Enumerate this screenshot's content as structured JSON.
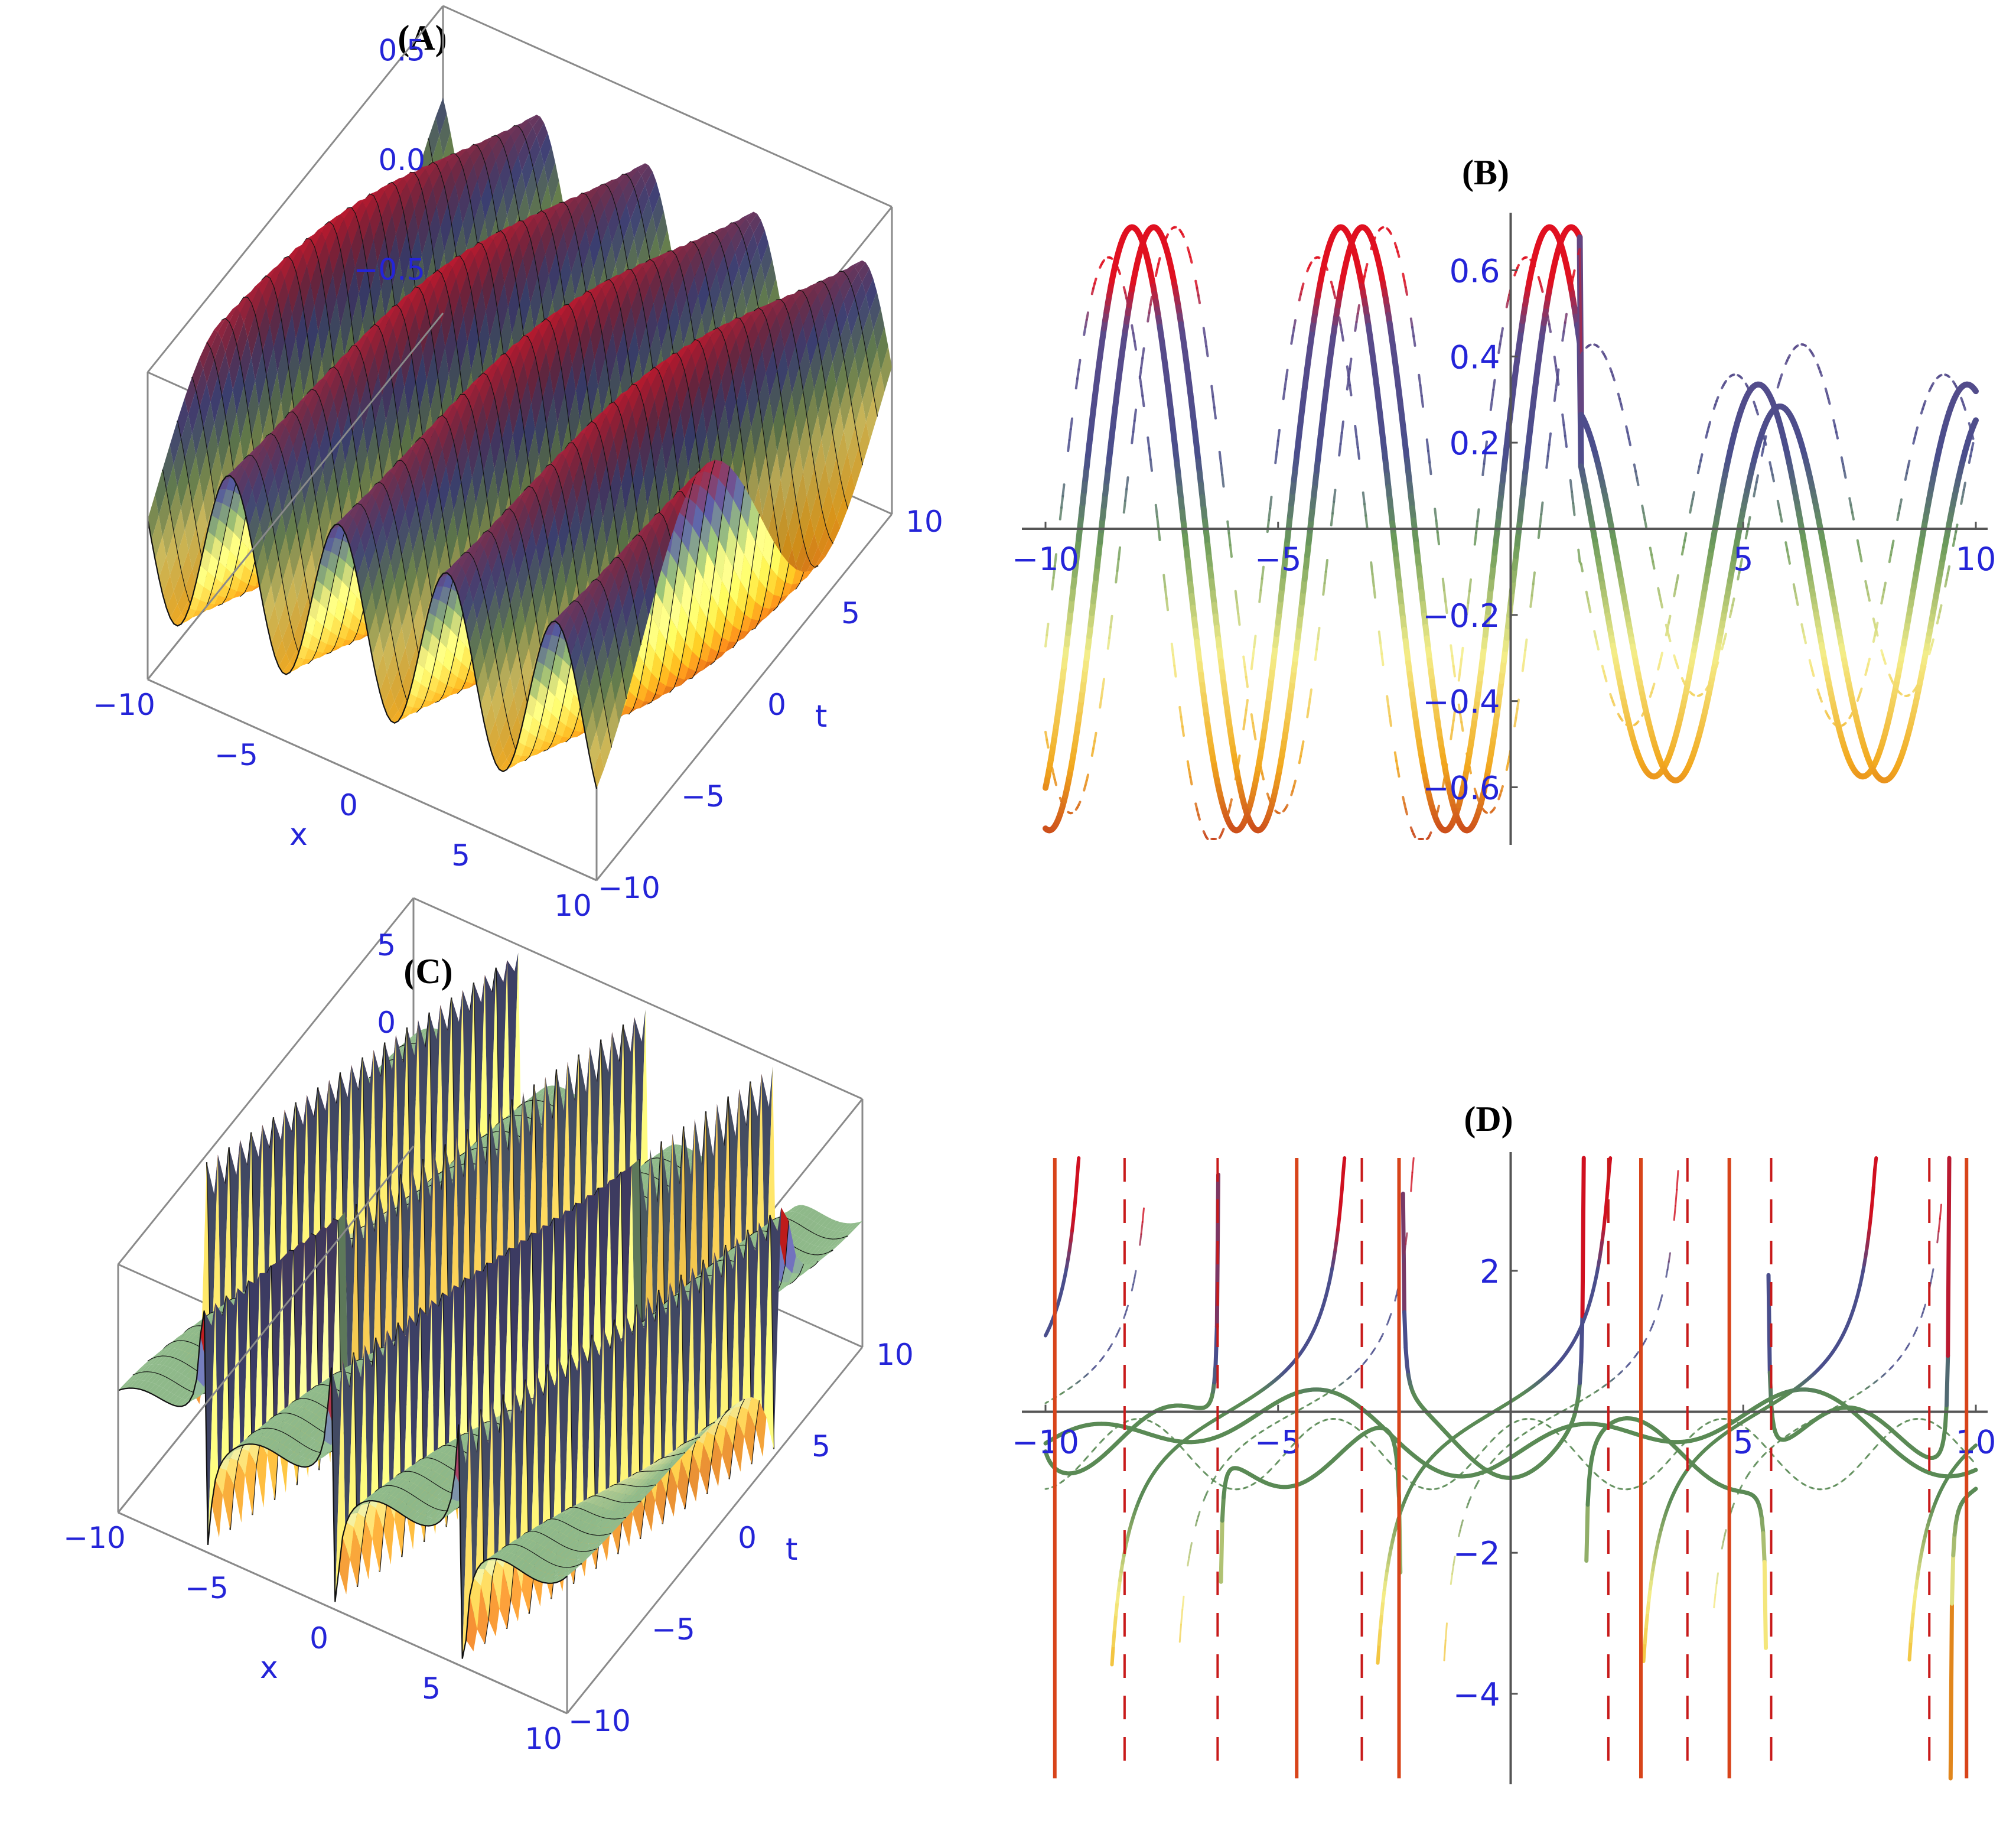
{
  "chart_data": [
    {
      "id": "A",
      "title": "(A)",
      "type": "surface3d",
      "xlabel": "x",
      "ylabel": "t",
      "xlim": [
        -10,
        10
      ],
      "ylim": [
        -10,
        10
      ],
      "zlim": [
        -0.7,
        0.7
      ],
      "x_ticks": [
        "-10",
        "-5",
        "0",
        "5",
        "10"
      ],
      "t_ticks": [
        "-10",
        "-5",
        "0",
        "5",
        "10"
      ],
      "z_ticks": [
        "0.5",
        "0.0",
        "-0.5"
      ],
      "colors": {
        "high": "#e01020",
        "mid": "#4a4e8c",
        "low": "#f5d24a"
      }
    },
    {
      "id": "B",
      "title": "(B)",
      "type": "line",
      "xlim": [
        -10,
        10
      ],
      "ylim": [
        -0.72,
        0.72
      ],
      "x_ticks": [
        "-10",
        "-5",
        "5",
        "10"
      ],
      "y_ticks": [
        "0.6",
        "0.4",
        "0.2",
        "-0.2",
        "-0.4",
        "-0.6"
      ],
      "colors": [
        "#e01020",
        "#4a4e8c",
        "#6a9a5a",
        "#f0ee80",
        "#f2b21e",
        "#d2521a"
      ]
    },
    {
      "id": "C",
      "title": "(C)",
      "type": "surface3d",
      "xlabel": "x",
      "ylabel": "t",
      "xlim": [
        -10,
        10
      ],
      "ylim": [
        -10,
        10
      ],
      "x_ticks": [
        "-10",
        "-5",
        "0",
        "5",
        "10"
      ],
      "t_ticks": [
        "-10",
        "-5",
        "0",
        "5",
        "10"
      ],
      "z_ticks": [
        "5",
        "0"
      ],
      "colors": {
        "high": "#a81818",
        "mid": "#8fb98a",
        "low": "#f5d24a"
      }
    },
    {
      "id": "D",
      "title": "(D)",
      "type": "line",
      "xlim": [
        -10,
        10
      ],
      "ylim": [
        -5.2,
        3.6
      ],
      "x_ticks": [
        "-10",
        "-5",
        "5",
        "10"
      ],
      "y_ticks": [
        "2",
        "-2",
        "-4"
      ],
      "colors": [
        "#e01020",
        "#4a4e8c",
        "#5a8a55",
        "#f0ee80",
        "#f2b21e",
        "#d2521a"
      ]
    }
  ]
}
